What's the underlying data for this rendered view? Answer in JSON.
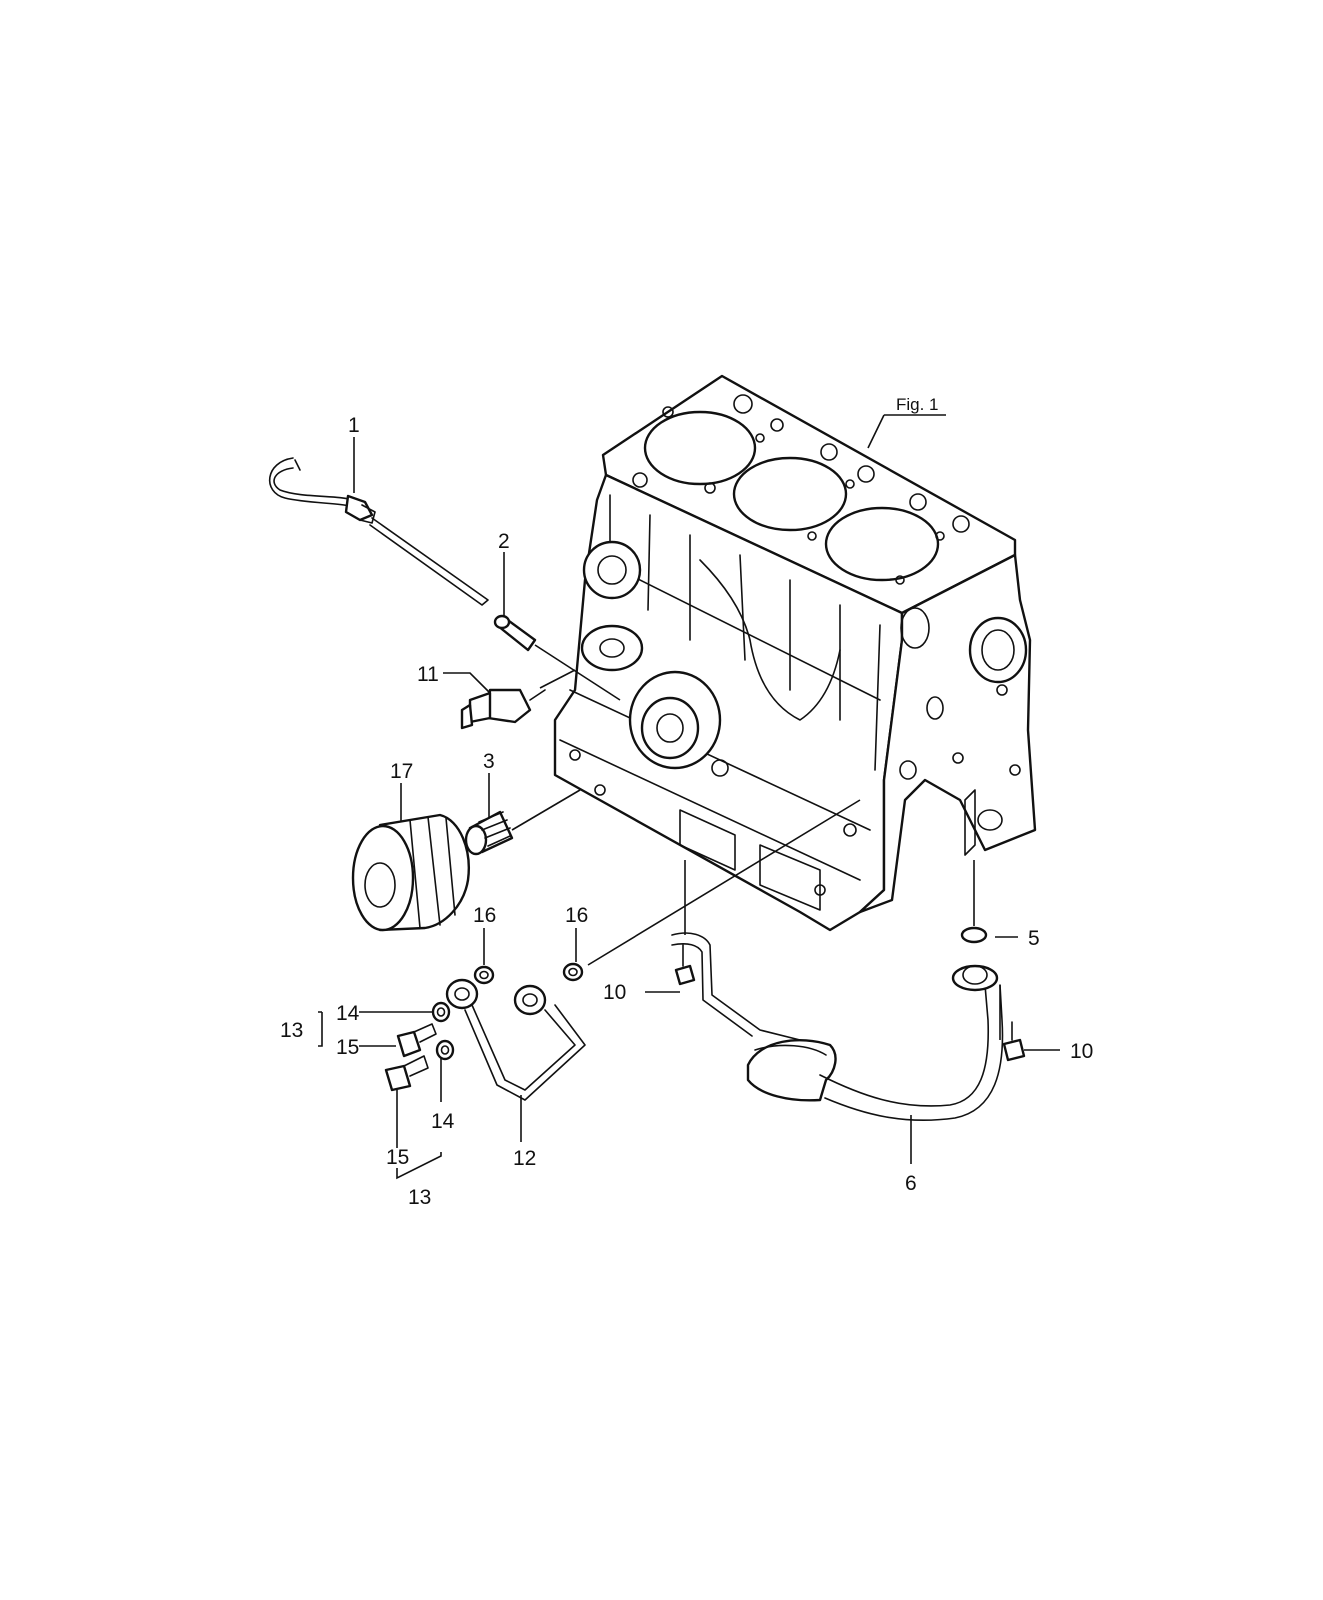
{
  "figure": {
    "label": "Fig. 1"
  },
  "callouts": [
    {
      "id": "c1",
      "text": "1"
    },
    {
      "id": "c2",
      "text": "2"
    },
    {
      "id": "c11",
      "text": "11"
    },
    {
      "id": "c3",
      "text": "3"
    },
    {
      "id": "c17",
      "text": "17"
    },
    {
      "id": "c16a",
      "text": "16"
    },
    {
      "id": "c16b",
      "text": "16"
    },
    {
      "id": "c14a",
      "text": "14"
    },
    {
      "id": "c13a",
      "text": "13"
    },
    {
      "id": "c15a",
      "text": "15"
    },
    {
      "id": "c15b",
      "text": "15"
    },
    {
      "id": "c14b",
      "text": "14"
    },
    {
      "id": "c12",
      "text": "12"
    },
    {
      "id": "c13b",
      "text": "13"
    },
    {
      "id": "c10a",
      "text": "10"
    },
    {
      "id": "c5",
      "text": "5"
    },
    {
      "id": "c10b",
      "text": "10"
    },
    {
      "id": "c6",
      "text": "6"
    }
  ],
  "parts": [
    {
      "name": "oil-dipstick-icon"
    },
    {
      "name": "dipstick-guide-icon"
    },
    {
      "name": "oil-pressure-switch-icon"
    },
    {
      "name": "filter-nipple-icon"
    },
    {
      "name": "oil-filter-icon"
    },
    {
      "name": "cylinder-block-icon"
    },
    {
      "name": "oil-pipe-icon"
    },
    {
      "name": "oil-strainer-icon"
    },
    {
      "name": "o-ring-icon"
    },
    {
      "name": "bolt-icon"
    },
    {
      "name": "washer-icon"
    }
  ]
}
